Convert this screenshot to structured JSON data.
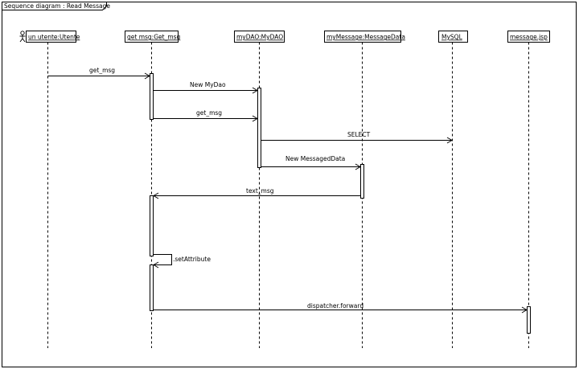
{
  "frame": {
    "title": "Sequence diagram : Read Message"
  },
  "lifelines": [
    {
      "id": "utente",
      "label": "un utente:Utente",
      "actor": true
    },
    {
      "id": "getmsg",
      "label": "get msg:Get_msg"
    },
    {
      "id": "mydao",
      "label": "myDAO:MyDAO"
    },
    {
      "id": "mymessage",
      "label": "myMessage:MessageData"
    },
    {
      "id": "mysql",
      "label": "MySQL"
    },
    {
      "id": "messagejsp",
      "label": "message.jsp"
    }
  ],
  "messages": [
    {
      "from": "utente",
      "to": "getmsg",
      "label": "get_msg"
    },
    {
      "from": "getmsg",
      "to": "mydao",
      "label": "New MyDao"
    },
    {
      "from": "getmsg",
      "to": "mydao",
      "label": "get_msg"
    },
    {
      "from": "mydao",
      "to": "mysql",
      "label": "SELECT"
    },
    {
      "from": "mydao",
      "to": "mymessage",
      "label": "New MessagedData"
    },
    {
      "from": "mymessage",
      "to": "getmsg",
      "label": "text_msg"
    },
    {
      "from": "getmsg",
      "to": "getmsg",
      "label": ".setAttribute",
      "self": true
    },
    {
      "from": "getmsg",
      "to": "messagejsp",
      "label": "dispatcher.forward"
    }
  ]
}
